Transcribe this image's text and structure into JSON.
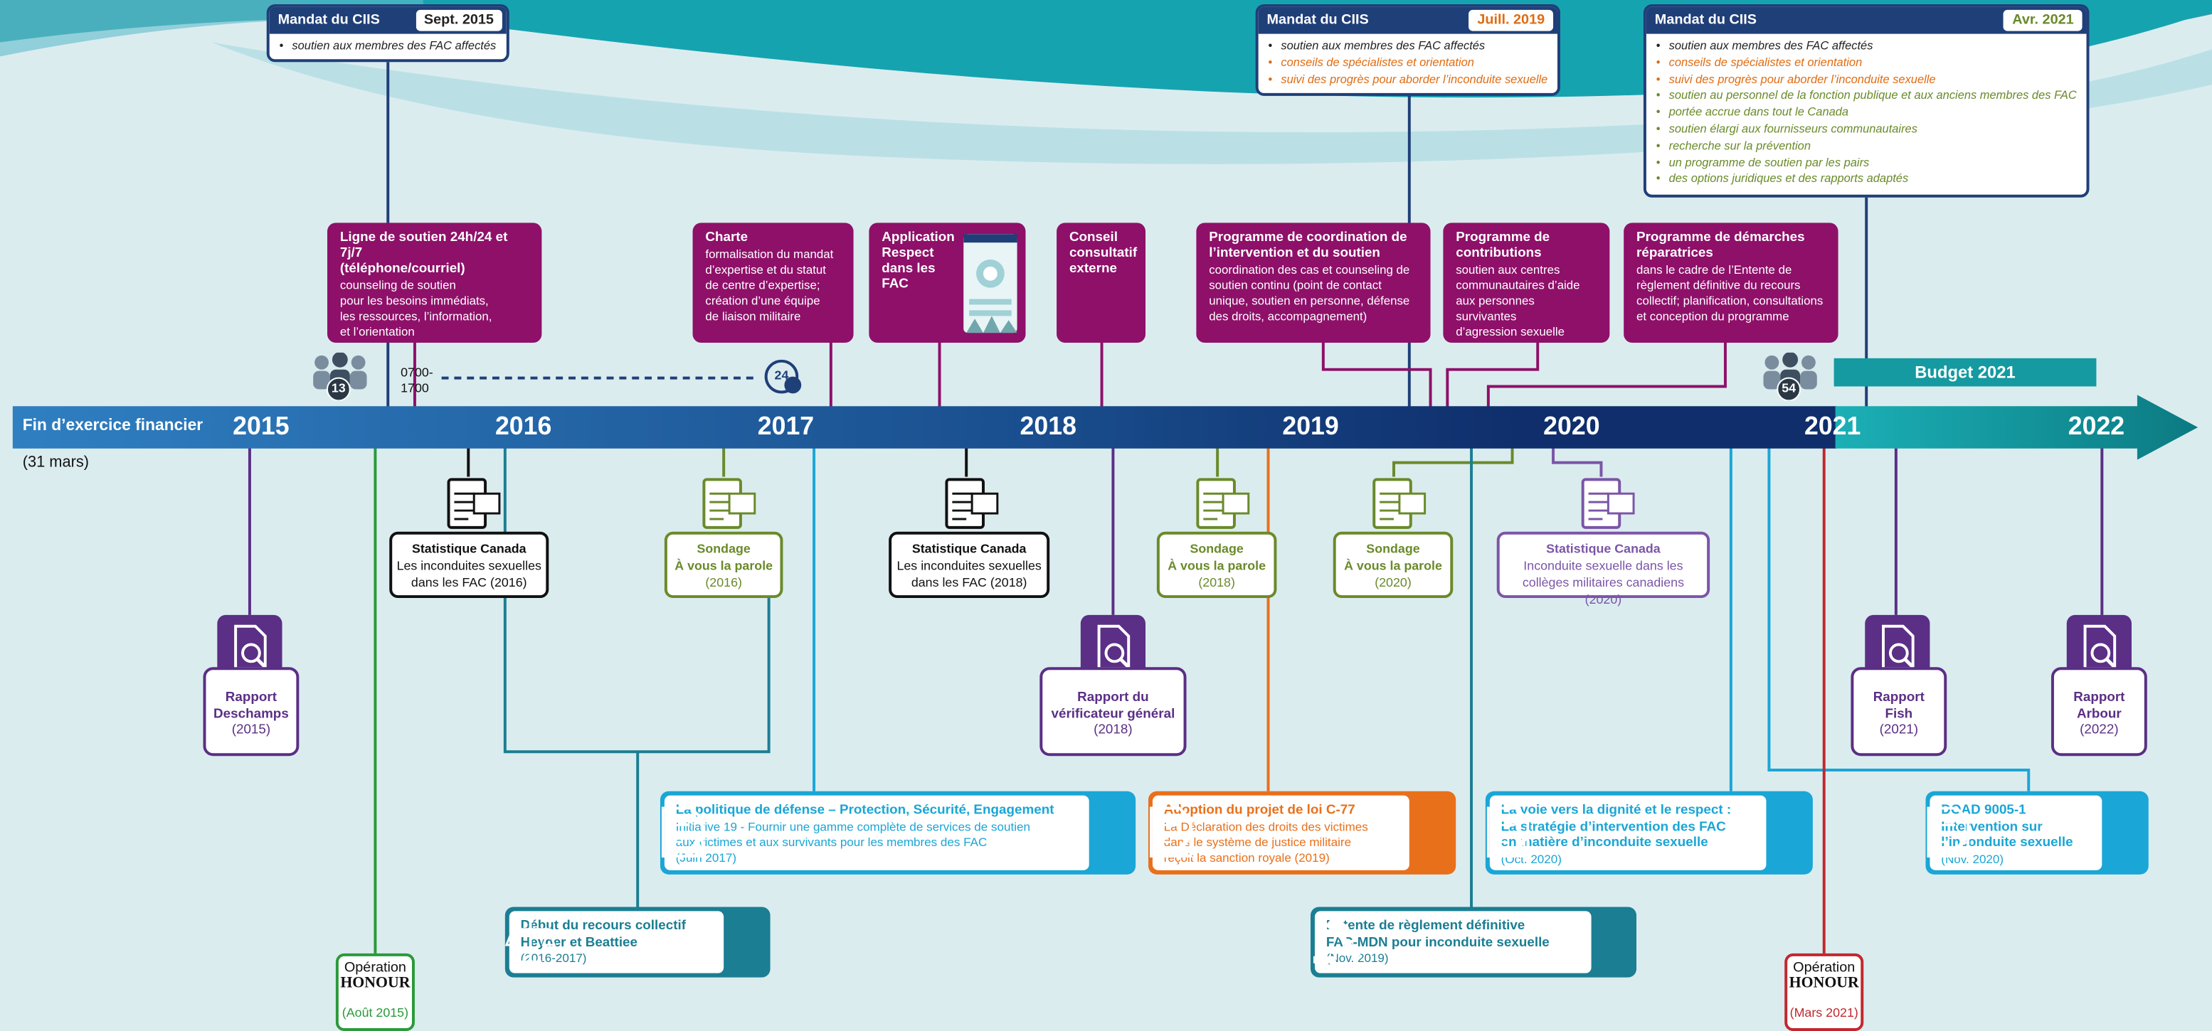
{
  "timeline": {
    "axis_label": "Fin d’exercice financier",
    "axis_sub": "(31 mars)",
    "years": [
      "2015",
      "2016",
      "2017",
      "2018",
      "2019",
      "2020",
      "2021",
      "2022"
    ],
    "budget_label": "Budget 2021",
    "people_13": "13",
    "people_54": "54",
    "hours": "0700-\n1700",
    "clock_24": "24"
  },
  "mandats": [
    {
      "title": "Mandat du CIIS",
      "date": "Sept.  2015",
      "date_color": "#222222",
      "items": [
        {
          "text": "soutien aux membres des FAC affectés",
          "color": "#222222"
        }
      ]
    },
    {
      "title": "Mandat du CIIS",
      "date": "Juill.  2019",
      "date_color": "#e06c12",
      "items": [
        {
          "text": "soutien aux membres des FAC affectés",
          "color": "#222222"
        },
        {
          "text": "conseils de spécialistes et orientation",
          "color": "#e06c12"
        },
        {
          "text": "suivi des progrès pour aborder l’inconduite sexuelle",
          "color": "#e06c12"
        }
      ]
    },
    {
      "title": "Mandat du CIIS",
      "date": "Avr. 2021",
      "date_color": "#6a8a2a",
      "items": [
        {
          "text": "soutien aux membres des FAC affectés",
          "color": "#222222"
        },
        {
          "text": "conseils de spécialistes et orientation",
          "color": "#e06c12"
        },
        {
          "text": "suivi des progrès pour aborder l’inconduite sexuelle",
          "color": "#e06c12"
        },
        {
          "text": "soutien au personnel de la fonction publique et aux anciens membres des FAC",
          "color": "#6a8a2a"
        },
        {
          "text": "portée accrue dans tout le Canada",
          "color": "#6a8a2a"
        },
        {
          "text": "soutien élargi aux fournisseurs communautaires",
          "color": "#6a8a2a"
        },
        {
          "text": "recherche sur la prévention",
          "color": "#6a8a2a"
        },
        {
          "text": "un programme de soutien par les pairs",
          "color": "#6a8a2a"
        },
        {
          "text": "des options juridiques et des rapports adaptés",
          "color": "#6a8a2a"
        }
      ]
    }
  ],
  "programs": [
    {
      "title": "Ligne de soutien 24h/24 et 7j/7\n(téléphone/courriel)",
      "desc": "counseling de soutien\npour les besoins immédiats,\nles ressources, l’information,\net l’orientation"
    },
    {
      "title": "Charte",
      "desc": "formalisation du mandat\nd’expertise et du statut\nde centre d’expertise;\ncréation d’une équipe\nde liaison militaire"
    },
    {
      "title": "Application\nRespect\ndans les\nFAC",
      "desc": ""
    },
    {
      "title": "Conseil\nconsultatif\nexterne",
      "desc": ""
    },
    {
      "title": "Programme de coordination de\nl’intervention et du soutien",
      "desc": "coordination des cas et counseling de\nsoutien continu (point de contact\nunique, soutien en personne, défense\ndes droits, accompagnement)"
    },
    {
      "title": "Programme de\ncontributions",
      "desc": "soutien aux centres\ncommunautaires d’aide\naux personnes survivantes\nd’agression sexuelle"
    },
    {
      "title": "Programme de démarches\nréparatrices",
      "desc": "dans le cadre de l’Entente de\nrèglement définitive du recours\ncollectif;  planification, consultations\net conception du programme"
    }
  ],
  "surveys": [
    {
      "title": "Statistique Canada",
      "body": "Les inconduites sexuelles\ndans les FAC (2016)",
      "color": "#111111",
      "body_color": "#111111"
    },
    {
      "title": "Sondage\nÀ vous la parole",
      "body": "(2016)",
      "color": "#6a8a2a",
      "body_color": "#6a8a2a"
    },
    {
      "title": "Statistique Canada",
      "body": "Les inconduites sexuelles\ndans les FAC (2018)",
      "color": "#111111",
      "body_color": "#111111"
    },
    {
      "title": "Sondage\nÀ vous la parole",
      "body": "(2018)",
      "color": "#6a8a2a",
      "body_color": "#6a8a2a"
    },
    {
      "title": "Sondage\nÀ vous la parole",
      "body": "(2020)",
      "color": "#6a8a2a",
      "body_color": "#6a8a2a"
    },
    {
      "title": "Statistique Canada",
      "body": "Inconduite sexuelle dans les\ncollèges militaires canadiens (2020)",
      "color": "#7b55a8",
      "body_color": "#7b55a8"
    }
  ],
  "reports": [
    {
      "title": "Rapport\nDeschamps",
      "year": "(2015)"
    },
    {
      "title": "Rapport du\nvérificateur général",
      "year": "(2018)"
    },
    {
      "title": "Rapport\nFish",
      "year": "(2021)"
    },
    {
      "title": "Rapport\nArbour",
      "year": "(2022)"
    }
  ],
  "policies": [
    {
      "title": "La politique de défense – Protection, Sécurité, Engagement",
      "body": "Initiative 19 - Fournir une gamme complète de services de soutien\naux victimes et aux survivants pour les membres des FAC\n(Juin 2017)",
      "color": "#1aa6d6"
    },
    {
      "title": "Adoption du projet de loi C-77",
      "body": "La Déclaration des droits des victimes\ndans le système de justice militaire\nreçoit la sanction royale (2019)",
      "color": "#e9701b"
    },
    {
      "title": "La voie vers la dignité et le respect :\nLa stratégie d’intervention des FAC\nen matière d’inconduite sexuelle",
      "body": "(Oct. 2020)",
      "color": "#1aa6d6"
    },
    {
      "title": "DOAD 9005-1\nIntervention sur\nl’inconduite sexuelle",
      "body": "(Nov. 2020)",
      "color": "#1aa6d6"
    },
    {
      "title": "Début du recours collectif\nHeyder et Beattiee",
      "body": "(2016-2017)",
      "color": "#1b7e93"
    },
    {
      "title": "Entente de règlement définitive\nFAC-MDN pour inconduite sexuelle",
      "body": "(Nov. 2019)",
      "color": "#1b7e93"
    }
  ],
  "operations": [
    {
      "line1": "Opération",
      "line2": "HONOUR",
      "date": "(Août 2015)",
      "color": "#2a9a3a"
    },
    {
      "line1": "Opération",
      "line2": "HONOUR",
      "date": "(Mars 2021)",
      "color": "#c0282e"
    }
  ]
}
